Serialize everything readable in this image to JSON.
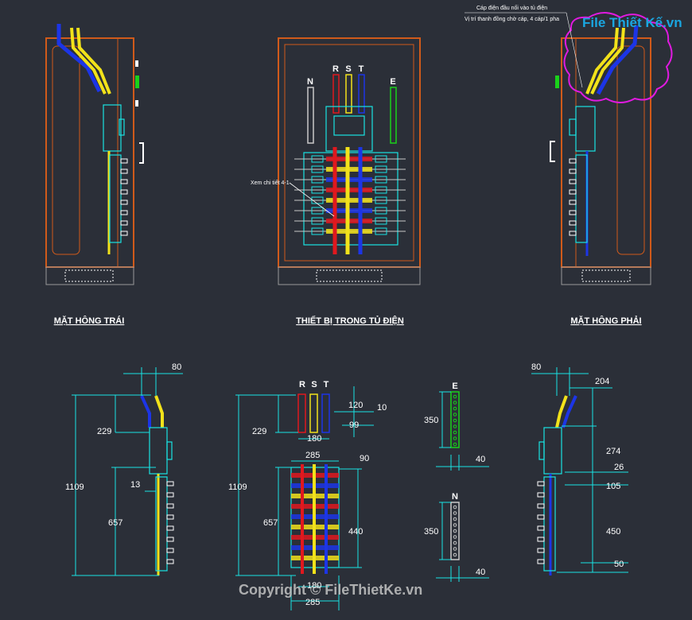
{
  "colors": {
    "background": "#2b2f38",
    "frame": "#d05a1a",
    "dimension": "#19e3e3",
    "phase_r": "#e0181e",
    "phase_s": "#f2e21a",
    "phase_t": "#1c35e6",
    "neutral": "#c9c9c9",
    "earth": "#1ad11a",
    "cloud": "#e01ae0"
  },
  "titles": {
    "left_side_view": "MẶT HÔNG TRÁI",
    "equipment_view": "THIẾT BỊ TRONG TỦ ĐIỆN",
    "right_side_view": "MẶT HÔNG PHẢI"
  },
  "busbar_labels": {
    "n": "N",
    "r": "R",
    "s": "S",
    "t": "T",
    "e": "E"
  },
  "annotations": {
    "detail_ref": "Xem chi tiết 4-1",
    "cable_entry": "Cáp điện đầu nối vào tủ điện",
    "busbar_note": "Vị trí thanh đồng chờ cáp, 4 cáp/1 pha"
  },
  "dimensions": {
    "left_top_offset": "80",
    "left_upper": "229",
    "left_total": "1109",
    "left_gap": "13",
    "left_lower": "657",
    "mid_upper": "229",
    "mid_total": "1109",
    "mid_lower": "657",
    "rst_height": "120",
    "rst_thickness": "10",
    "rst_offset": "99",
    "rst_width": "180",
    "breaker_width": "285",
    "bus_top": "90",
    "bus_height": "440",
    "bus_width_bottom": "180",
    "bus_total_bottom": "285",
    "e_height": "350",
    "e_width": "40",
    "n_height": "350",
    "n_width": "40",
    "right_top_offset": "80",
    "right_top": "204",
    "right_upper": "274",
    "right_a": "26",
    "right_b": "105",
    "right_lower": "450",
    "right_bottom": "50"
  },
  "watermark": {
    "logo": "File Thiết Kế.vn",
    "copyright": "Copyright © FileThietKe.vn"
  }
}
